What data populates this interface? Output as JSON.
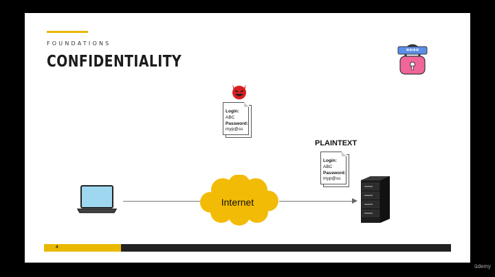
{
  "slide": {
    "kicker": "FOUNDATIONS",
    "title": "CONFIDENTIALITY",
    "page_number": "4",
    "progress": 0.19
  },
  "lock_badge": {
    "mask": "****"
  },
  "intercepted_doc": {
    "lines": [
      "Login:",
      "ABC",
      "Password:",
      "myp@ss"
    ]
  },
  "plaintext": {
    "label": "PLAINTEXT",
    "lines": [
      "Login:",
      "ABC",
      "Password:",
      "myp@ss"
    ]
  },
  "network": {
    "cloud_label": "Internet"
  },
  "icons": [
    "lock-icon",
    "devil-icon",
    "laptop-icon",
    "cloud-icon",
    "server-icon"
  ],
  "colors": {
    "accent": "#e8b900",
    "bar": "#222222",
    "devil": "#d81f1f",
    "laptop_screen": "#9ed8f0",
    "lock_body": "#f0669a",
    "lock_band": "#5b8fe8"
  },
  "watermark": "ûdemy"
}
